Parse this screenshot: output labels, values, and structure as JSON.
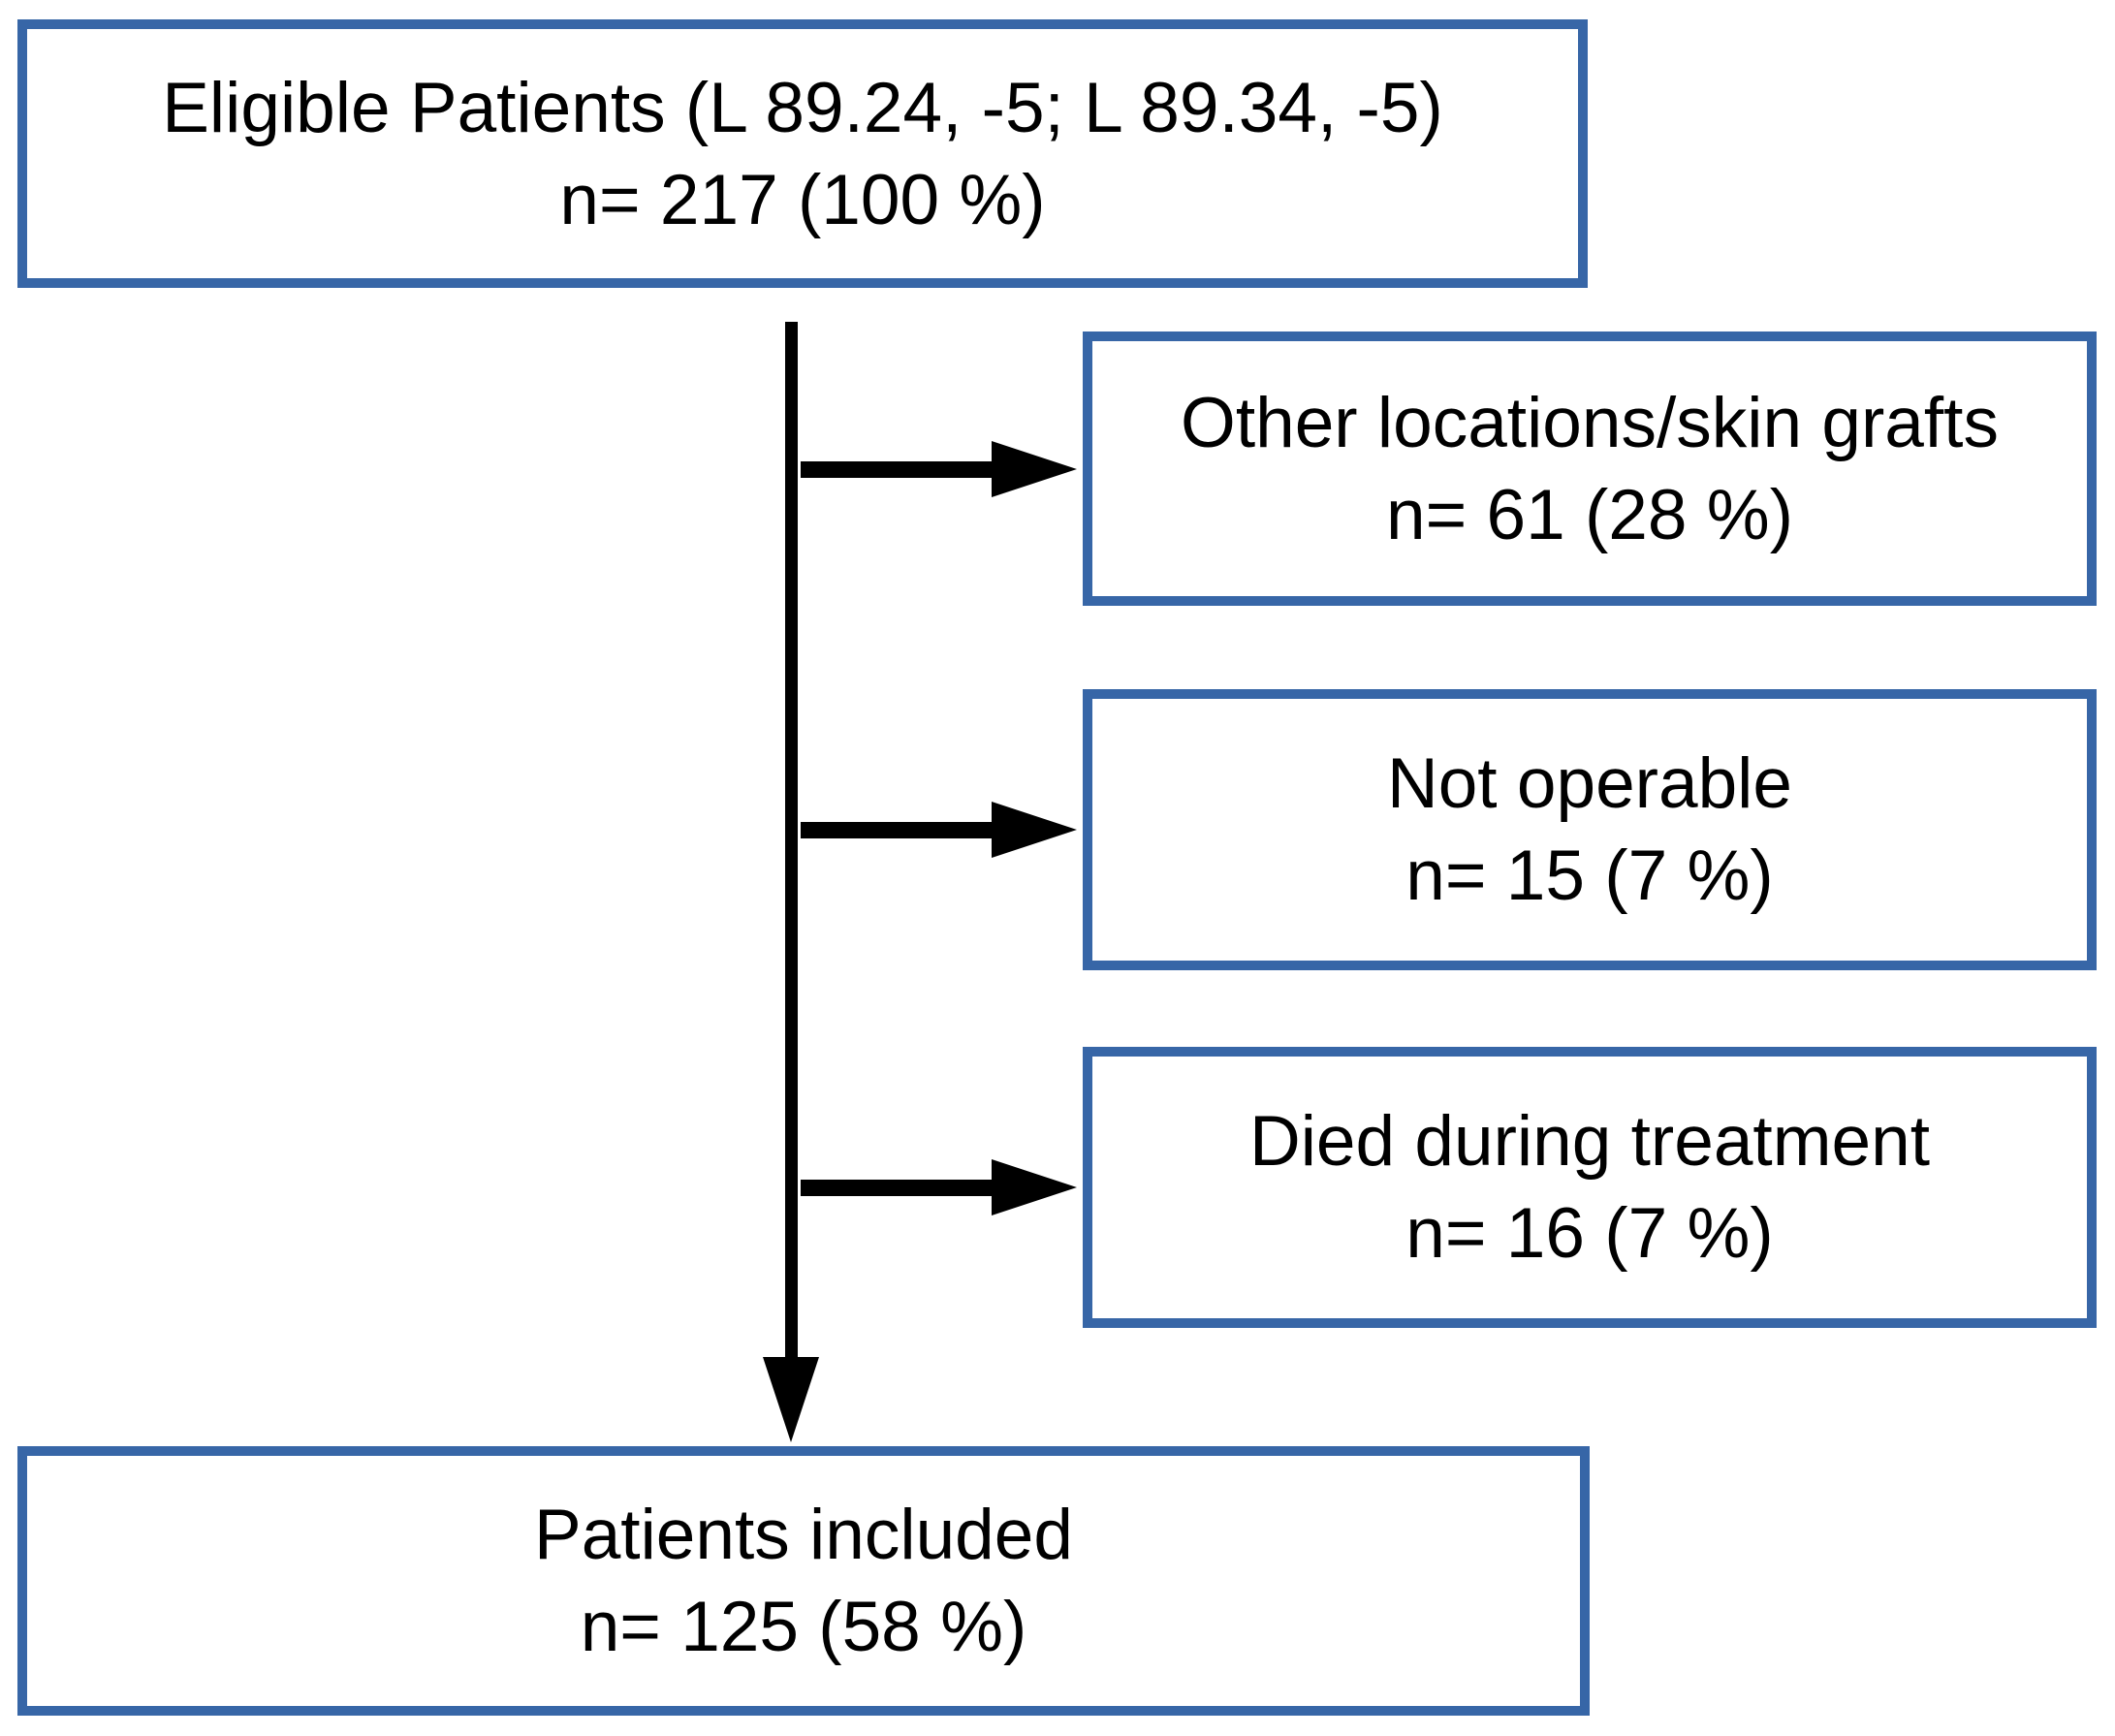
{
  "diagram": {
    "type": "patient-flowchart",
    "accent_border_color": "#3766A7",
    "arrow_color": "#000000",
    "nodes": {
      "eligible": {
        "line1": "Eligible Patients (L 89.24, -5; L 89.34, -5)",
        "line2": "n= 217 (100 %)"
      },
      "other_locations": {
        "line1": "Other locations/skin grafts",
        "line2": "n= 61 (28 %)"
      },
      "not_operable": {
        "line1": "Not operable",
        "line2": "n= 15 (7 %)"
      },
      "died_during_treatment": {
        "line1": "Died during treatment",
        "line2": "n= 16 (7 %)"
      },
      "patients_included": {
        "line1": "Patients included",
        "line2": "n= 125 (58 %)"
      }
    },
    "edges": [
      {
        "from": "eligible",
        "to": "other_locations"
      },
      {
        "from": "eligible",
        "to": "not_operable"
      },
      {
        "from": "eligible",
        "to": "died_during_treatment"
      },
      {
        "from": "eligible",
        "to": "patients_included"
      }
    ]
  }
}
